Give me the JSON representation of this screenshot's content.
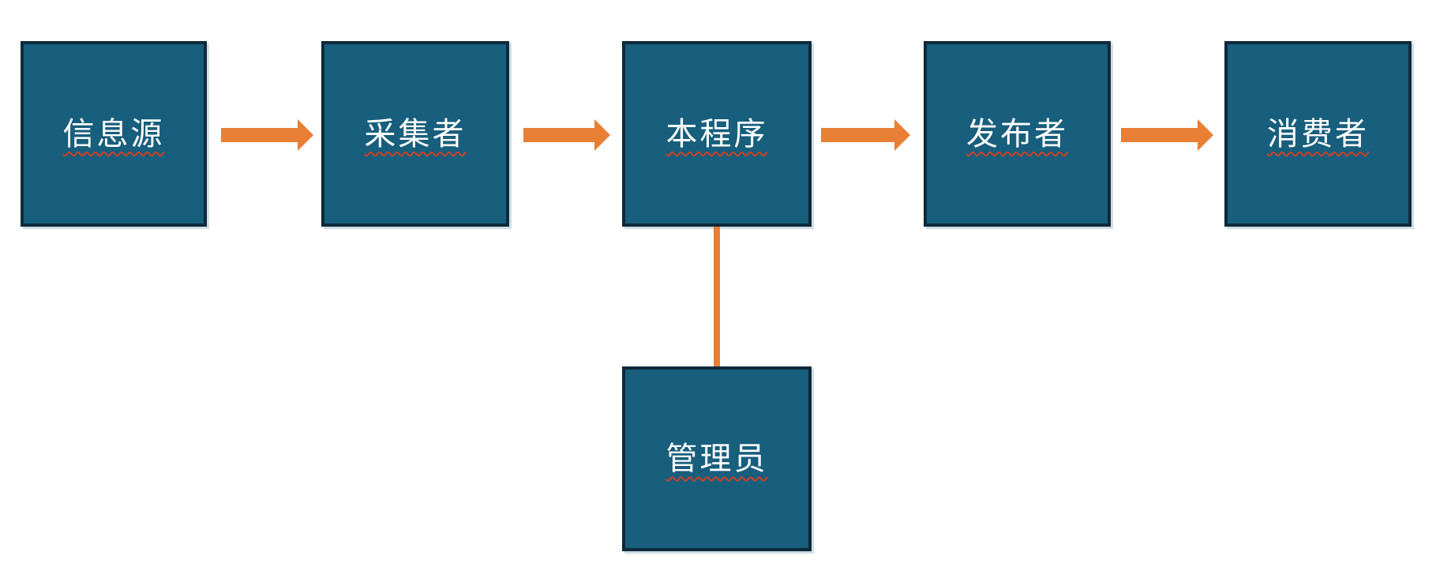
{
  "diagram": {
    "title": "data-flow-diagram",
    "nodes": [
      {
        "id": "info-source",
        "label": "信息源"
      },
      {
        "id": "collector",
        "label": "采集者"
      },
      {
        "id": "this-program",
        "label": "本程序"
      },
      {
        "id": "publisher",
        "label": "发布者"
      },
      {
        "id": "consumer",
        "label": "消费者"
      },
      {
        "id": "administrator",
        "label": "管理员"
      }
    ],
    "edges": [
      {
        "from": "信息源",
        "to": "采集者",
        "type": "arrow"
      },
      {
        "from": "采集者",
        "to": "本程序",
        "type": "arrow"
      },
      {
        "from": "本程序",
        "to": "发布者",
        "type": "arrow"
      },
      {
        "from": "发布者",
        "to": "消费者",
        "type": "arrow"
      },
      {
        "from": "本程序",
        "to": "管理员",
        "type": "line"
      }
    ],
    "colors": {
      "node_fill": "#185E7D",
      "node_border": "#0E2A3B",
      "arrow": "#E87F35",
      "label_text": "#FFFFFF",
      "spellcheck_underline": "#CC4125",
      "background": "#FFFFFF"
    }
  }
}
